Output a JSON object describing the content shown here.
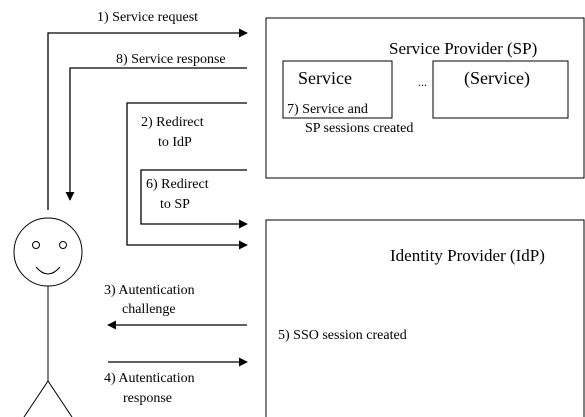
{
  "steps": {
    "s1": "1) Service request",
    "s8": "8) Service response",
    "s2a": "2) Redirect",
    "s2b": "to IdP",
    "s6a": "6) Redirect",
    "s6b": "to SP",
    "s3a": "3) Autentication",
    "s3b": "challenge",
    "s4a": "4) Autentication",
    "s4b": "response"
  },
  "sp": {
    "title": "Service Provider (SP)",
    "service": "Service",
    "ellipsis": "...",
    "service_optional": "(Service)",
    "note_a": "7) Service and",
    "note_b": "SP sessions created"
  },
  "idp": {
    "title": "Identity Provider (IdP)",
    "note": "5) SSO session created"
  }
}
